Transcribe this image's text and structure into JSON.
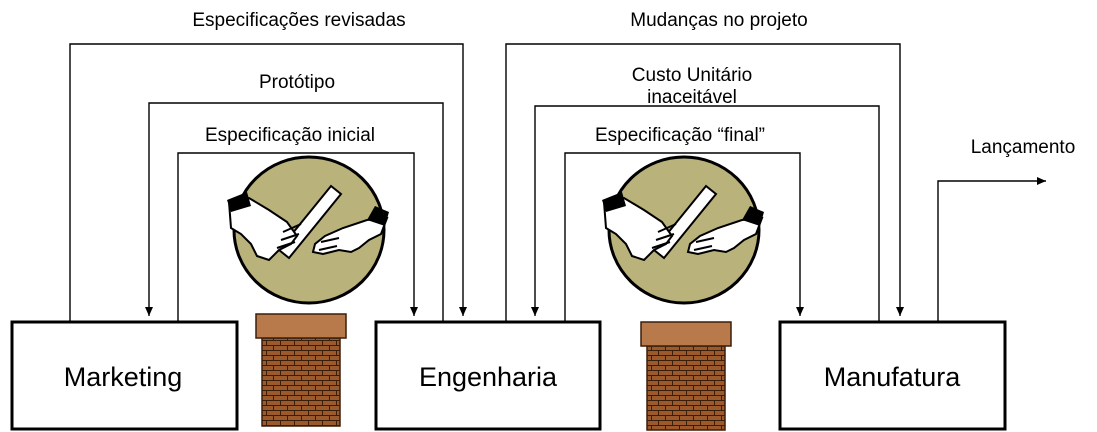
{
  "boxes": {
    "marketing": "Marketing",
    "engineering": "Engenharia",
    "manufacturing": "Manufatura"
  },
  "flows": {
    "revised_specs": "Especificações revisadas",
    "prototype": "Protótipo",
    "initial_spec": "Especificação inicial",
    "project_changes": "Mudanças no projeto",
    "unit_cost_line1": "Custo Unitário",
    "unit_cost_line2": "inaceitável",
    "final_spec": "Especificação “final”",
    "launch": "Lançamento"
  },
  "colors": {
    "medallion_fill": "#b9b27a",
    "brick": "#9c5a2c",
    "brick_cap": "#b87a4a",
    "mortar": "#3a1e0c"
  }
}
